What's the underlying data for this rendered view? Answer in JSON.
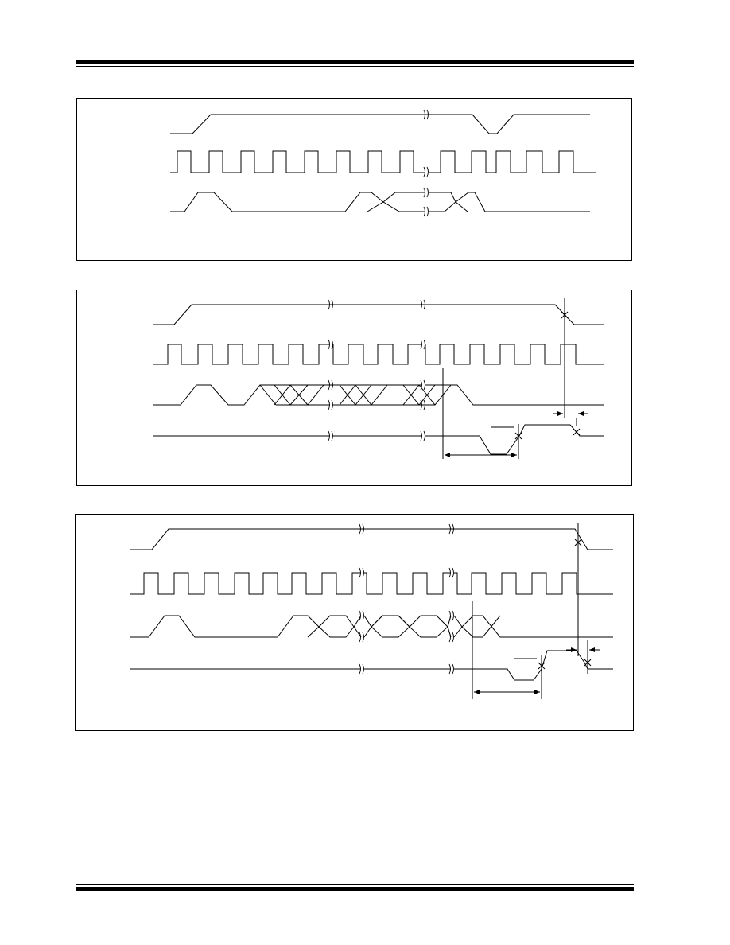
{
  "diagrams": [
    {
      "id": "timing-diagram-1",
      "title": "",
      "signals": []
    },
    {
      "id": "timing-diagram-2",
      "title": "",
      "signals": []
    },
    {
      "id": "timing-diagram-3",
      "title": "",
      "signals": []
    }
  ]
}
